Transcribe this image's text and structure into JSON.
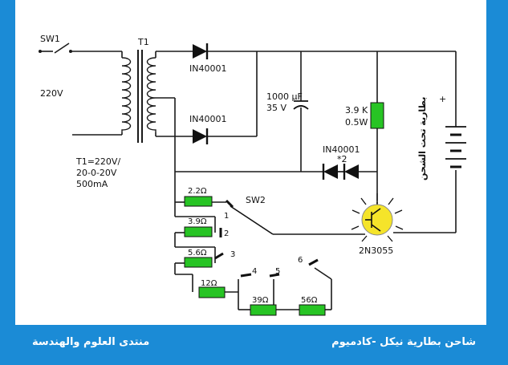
{
  "labels": {
    "sw1": "SW1",
    "voltage": "220V",
    "t1": "T1",
    "t1_spec_line1": "T1=220V/",
    "t1_spec_line2": "20-0-20V",
    "t1_spec_line3": "500mA",
    "diode_top": "IN40001",
    "diode_mid": "IN40001",
    "diode_pair": "IN40001",
    "diode_pair_count": "*2",
    "cap_value": "1000 µF",
    "cap_voltage": "35 V",
    "res_value": "3.9 K",
    "res_power": "0.5W",
    "battery_label": "بطارية تحت الشحن",
    "battery_plus": "+",
    "transistor": "2N3055",
    "sw2": "SW2"
  },
  "resistors": [
    "2.2Ω",
    "3.9Ω",
    "5.6Ω",
    "12Ω",
    "39Ω",
    "56Ω"
  ],
  "switch_positions": [
    "1",
    "2",
    "3",
    "4",
    "5",
    "6"
  ],
  "footer": {
    "left_text": "منتدى العلوم والهندسة",
    "right_text": "شاحن بطارية نيكل -كادميوم"
  },
  "colors": {
    "frame": "#1b8bd6",
    "resistor": "#27c424",
    "transistor_glow": "#f5e42a",
    "wire": "#1a1a1a"
  }
}
